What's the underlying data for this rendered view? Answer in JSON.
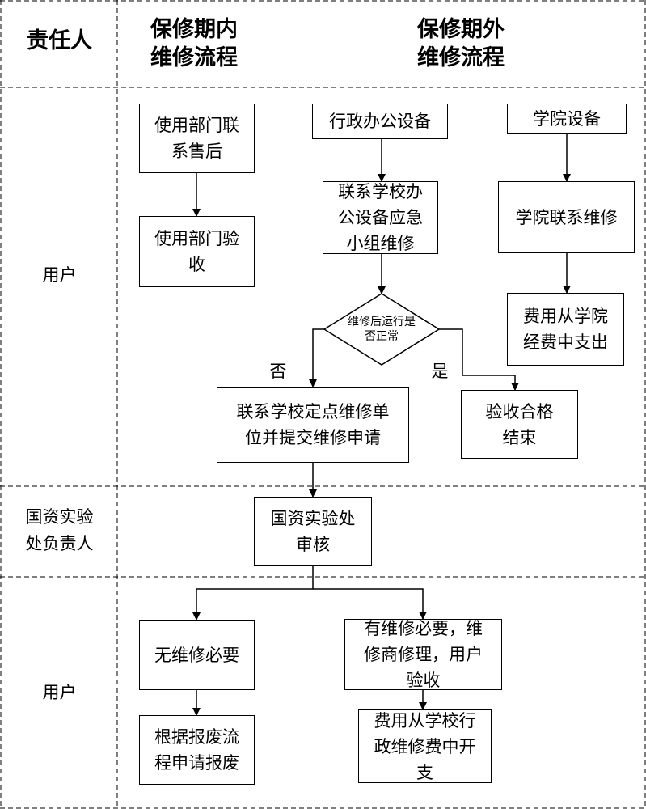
{
  "header": {
    "role_col": "责任人",
    "in_warranty": "保修期内\n维修流程",
    "out_warranty": "保修期外\n维修流程"
  },
  "lanes": {
    "user_1": "用户",
    "asset_lab_head": "国资实验\n处负责人",
    "user_2": "用户"
  },
  "nodes": {
    "dept_contact_aftersales": "使用部门联\n系售后",
    "dept_acceptance": "使用部门验\n收",
    "admin_office_equipment": "行政办公设备",
    "college_equipment": "学院设备",
    "contact_school_emergency_team": "联系学校办\n公设备应急\n小组维修",
    "college_contact_repair": "学院联系维修",
    "cost_from_college_funds": "费用从学院\n经费中支出",
    "decision_runs_normally": "维修后运行是\n否正常",
    "contact_designated_repair_unit": "联系学校定点维修单\n位并提交维修申请",
    "accept_qualified_end": "验收合格\n结束",
    "asset_lab_review": "国资实验处\n审核",
    "no_repair_needed": "无维修必要",
    "repair_needed_vendor_repair": "有维修必要，维\n修商修理，用户\n验收",
    "scrap_per_procedure": "根据报废流\n程申请报废",
    "cost_from_school_admin_fund": "费用从学校行\n政维修费中开\n支"
  },
  "branch_labels": {
    "no": "否",
    "yes": "是"
  }
}
